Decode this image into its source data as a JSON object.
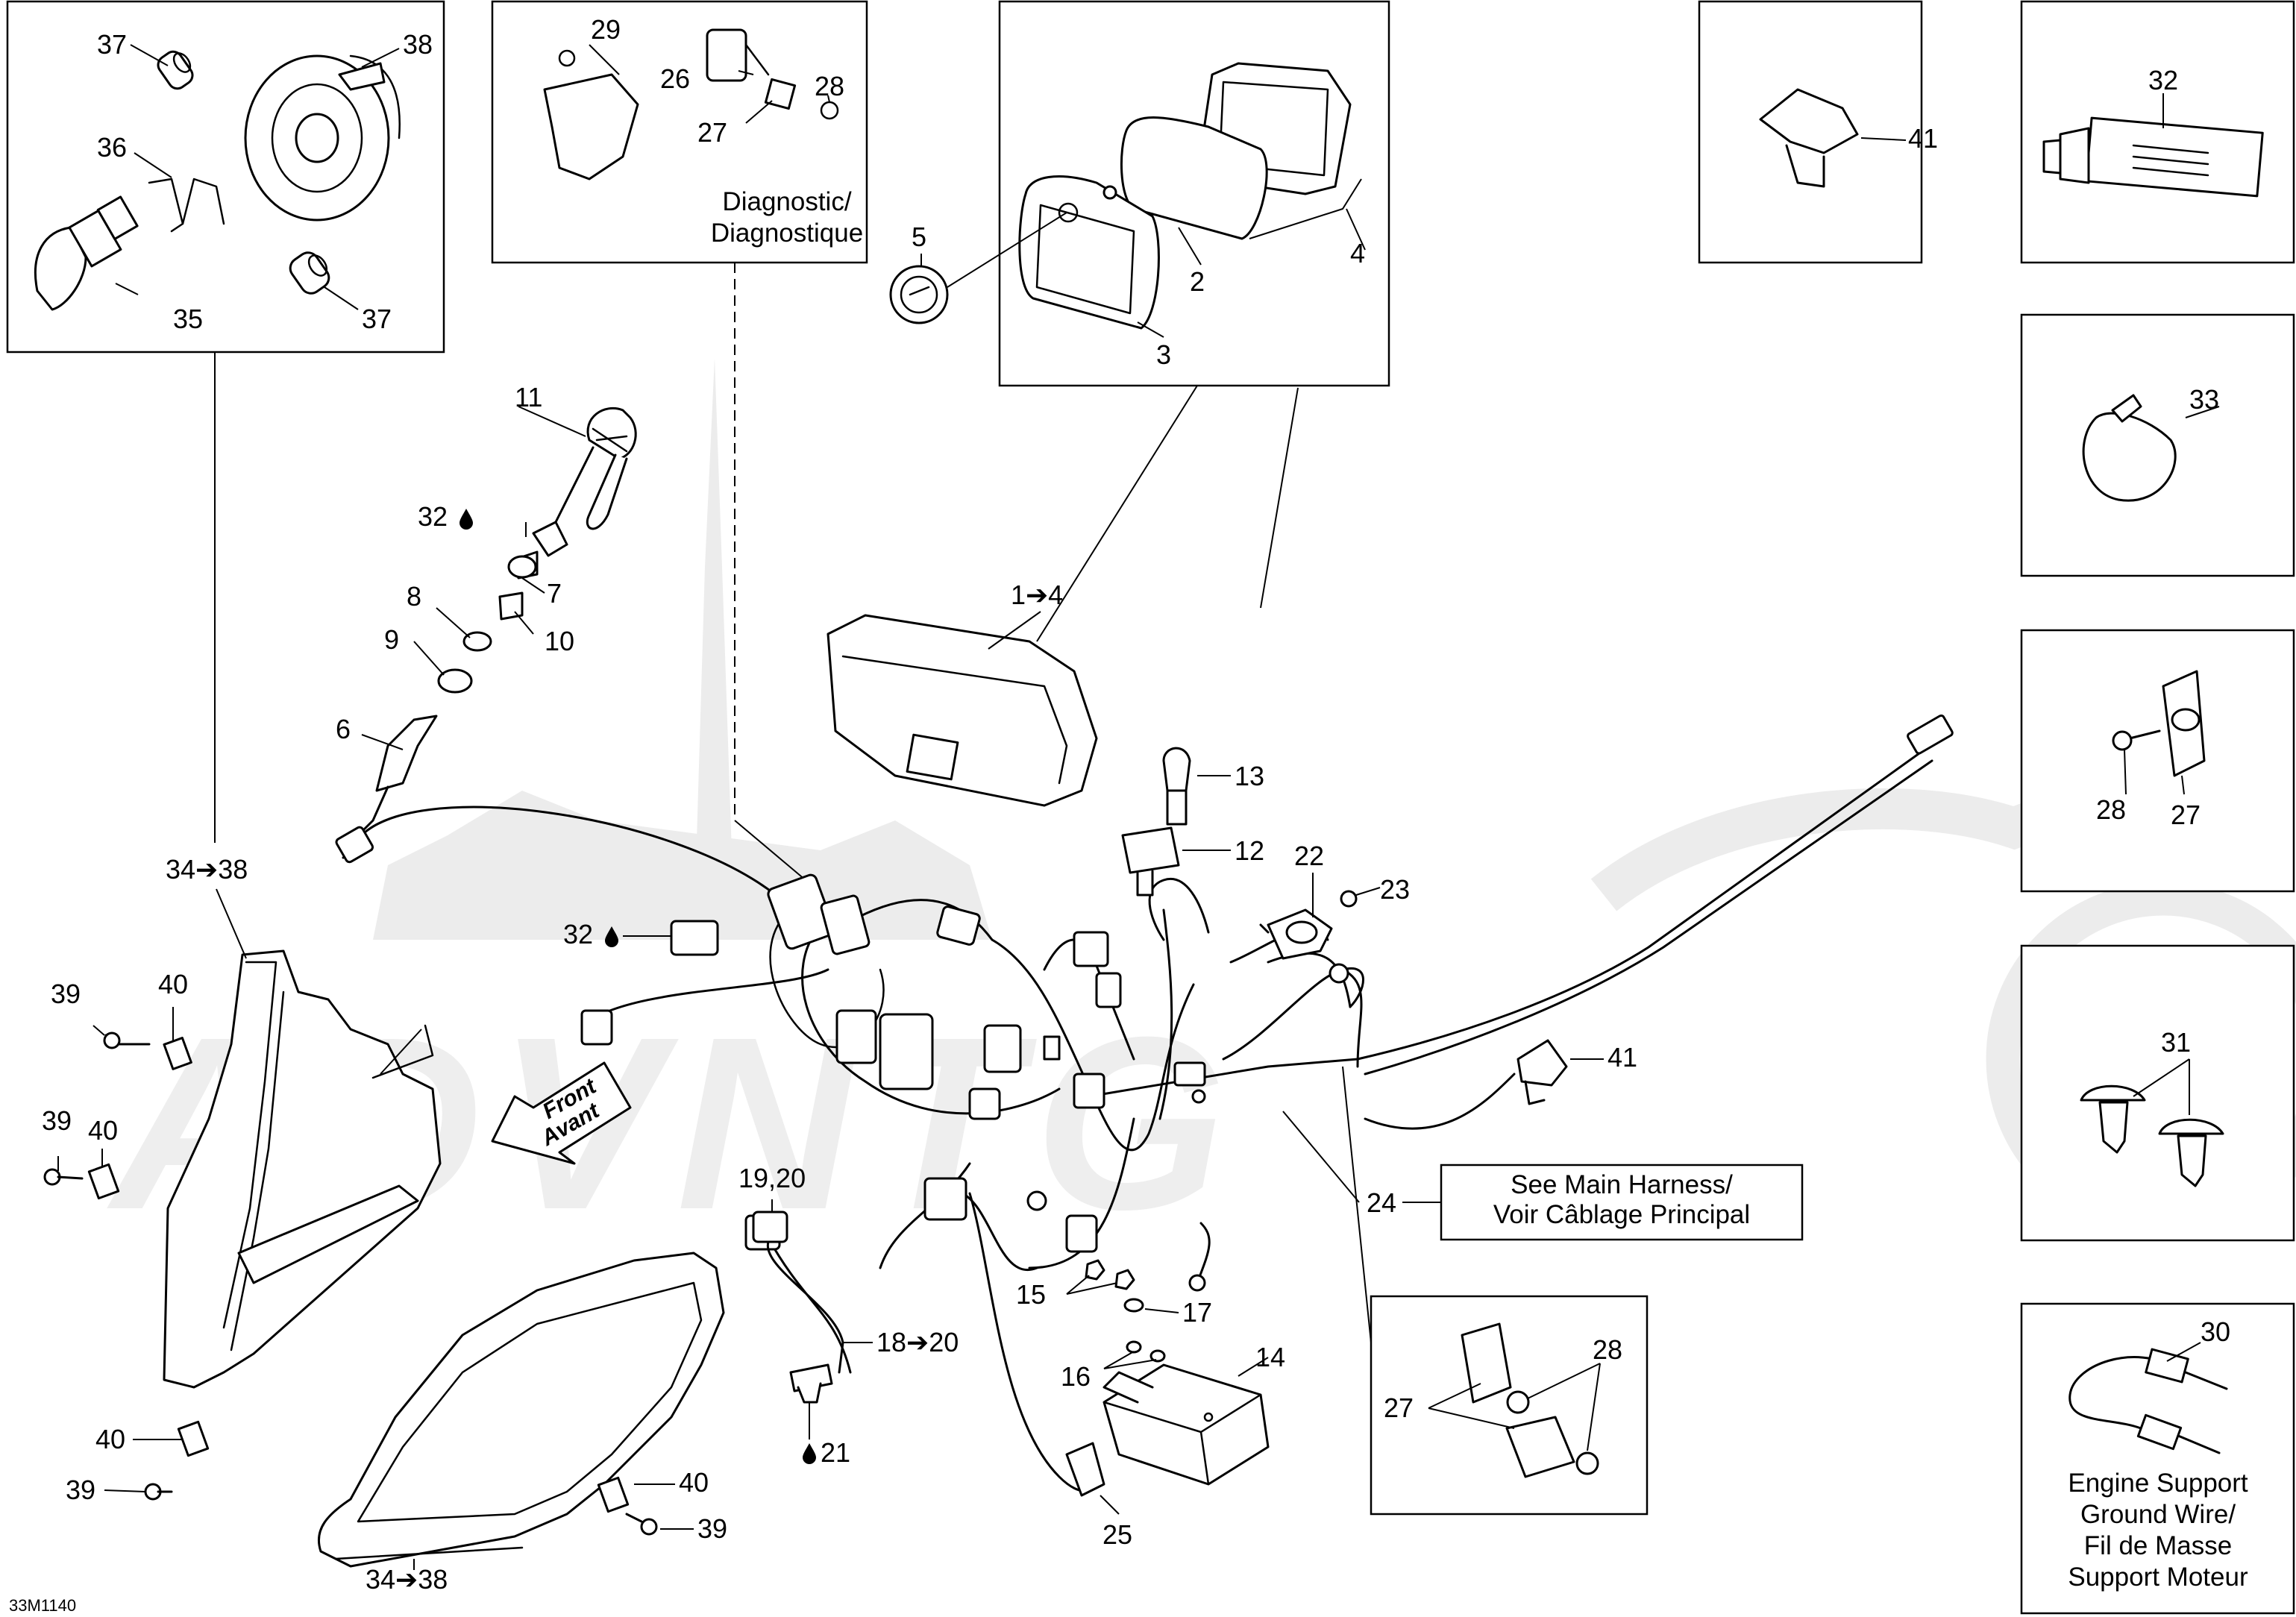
{
  "callouts": {
    "n1_4": "1➔4",
    "n2": "2",
    "n3": "3",
    "n4": "4",
    "n5": "5",
    "n6": "6",
    "n7": "7",
    "n8": "8",
    "n9": "9",
    "n10": "10",
    "n11": "11",
    "n12": "12",
    "n13": "13",
    "n14": "14",
    "n15": "15",
    "n16": "16",
    "n17": "17",
    "n18_20": "18➔20",
    "n19_20": "19,20",
    "n21": "21",
    "n22": "22",
    "n23": "23",
    "n24": "24",
    "n25": "25",
    "n26": "26",
    "n27": "27",
    "n28": "28",
    "n29": "29",
    "n30": "30",
    "n31": "31",
    "n32": "32",
    "n33": "33",
    "n34_38": "34➔38",
    "n35": "35",
    "n36": "36",
    "n37": "37",
    "n38": "38",
    "n39": "39",
    "n40": "40",
    "n41": "41"
  },
  "captions": {
    "diagnostic_en": "Diagnostic/",
    "diagnostic_fr": "Diagnostique",
    "main_harness_en": "See Main Harness/",
    "main_harness_fr": "Voir Câblage Principal",
    "ground_wire_1": "Engine Support",
    "ground_wire_2": "Ground Wire/",
    "ground_wire_3": "Fil de Masse",
    "ground_wire_4": "Support Moteur",
    "front_en": "Front",
    "front_fr": "Avant"
  },
  "drawing_code": "33M1140",
  "watermark": "ADVNTG",
  "icons": [
    "drop-icon",
    "arrow-right-icon"
  ]
}
